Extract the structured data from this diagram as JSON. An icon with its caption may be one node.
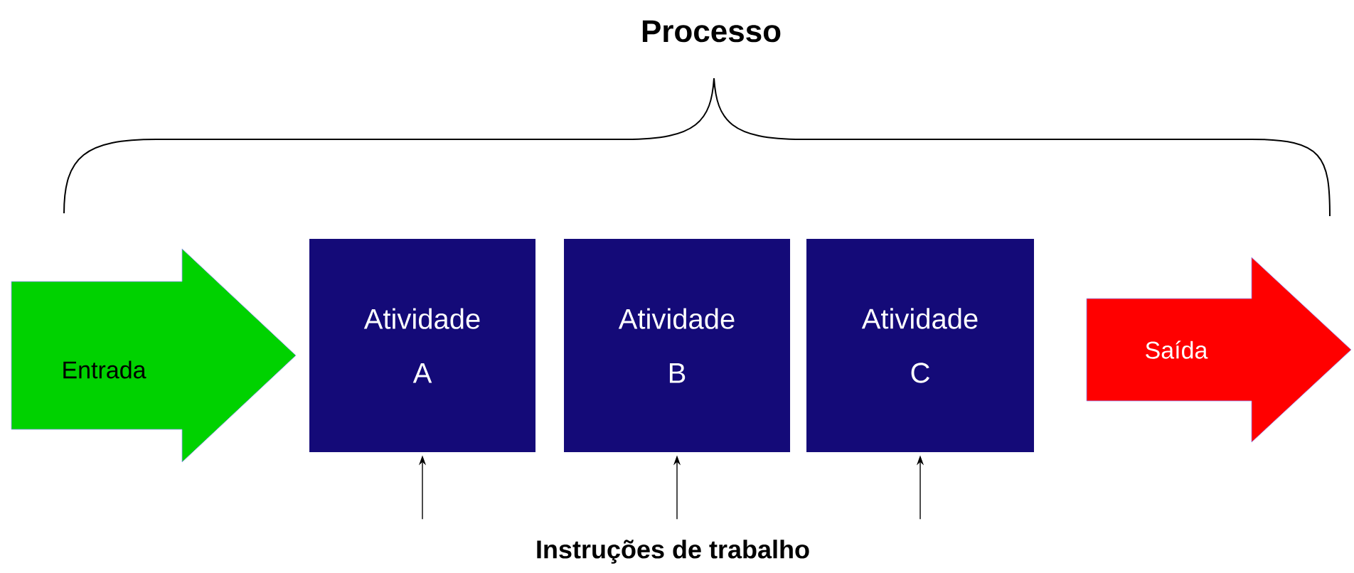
{
  "diagram": {
    "title": "Processo",
    "nodes": [
      {
        "text": [
          "Entrada"
        ]
      },
      {
        "text": [
          "Atividade A"
        ]
      },
      {
        "text": [
          "Atividade B"
        ]
      },
      {
        "text": [
          "Atividade C"
        ]
      },
      {
        "text": [
          "Saída"
        ]
      }
    ],
    "edges": [
      {
        "from": null,
        "to": 1,
        "arrow": "to"
      },
      {
        "from": null,
        "to": 2,
        "arrow": "to"
      },
      {
        "from": null,
        "to": 3,
        "arrow": "to"
      }
    ],
    "labels": [
      "Instruções de trabalho"
    ]
  }
}
